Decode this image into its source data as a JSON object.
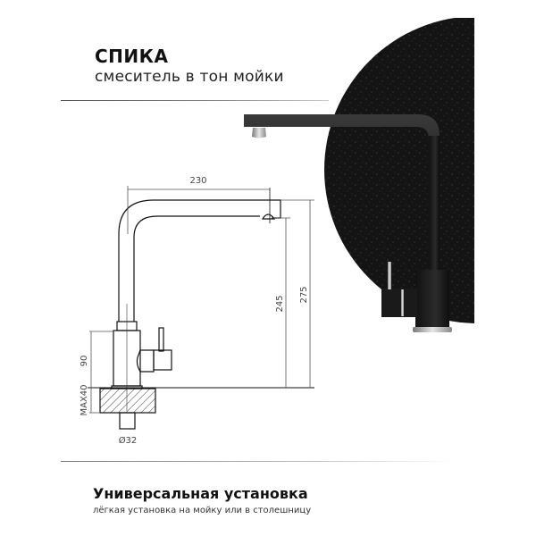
{
  "header": {
    "title": "СПИКА",
    "subtitle": "смеситель в тон мойки"
  },
  "drawing": {
    "dimensions": {
      "reach": "230",
      "height_spout": "245",
      "height_total": "275",
      "body_height": "90",
      "max_countertop": "MAX40",
      "mount_diameter": "Ø32"
    },
    "line_color": "#111111",
    "dim_line_color": "#555555"
  },
  "photo": {
    "background_color": "#141414",
    "faucet_color": "#1c1c1c",
    "chrome_color": "#b5b5b5"
  },
  "feature": {
    "title": "Универсальная установка",
    "subtitle": "лёгкая установка на мойку или в столешницу"
  }
}
